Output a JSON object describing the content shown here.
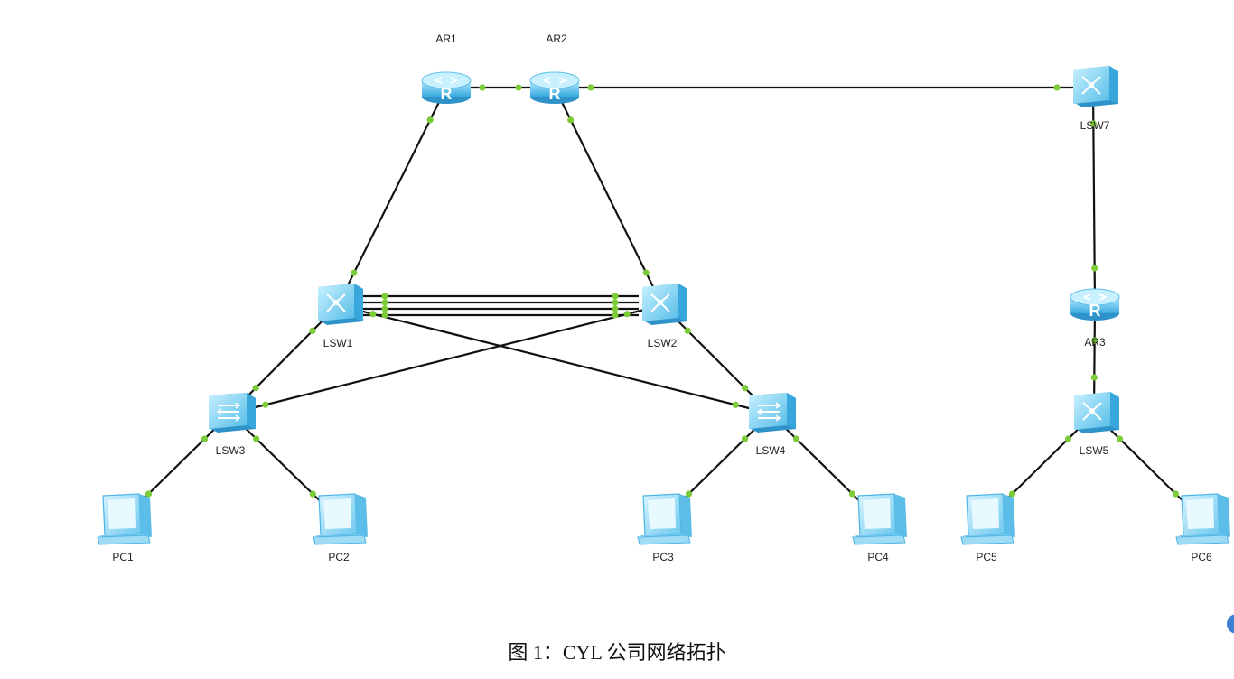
{
  "caption": "图 1：CYL 公司网络拓扑",
  "colors": {
    "link": "#111111",
    "port": "#7ccc3a",
    "device": "#7fd1f5",
    "device_dark": "#3aa7dc",
    "badge": "#3f7fd6"
  },
  "devices": [
    {
      "id": "AR1",
      "label": "AR1",
      "kind": "router-icon"
    },
    {
      "id": "AR2",
      "label": "AR2",
      "kind": "router-icon"
    },
    {
      "id": "AR3",
      "label": "AR3",
      "kind": "router-icon"
    },
    {
      "id": "LSW7",
      "label": "LSW7",
      "kind": "l3-switch-icon"
    },
    {
      "id": "LSW1",
      "label": "LSW1",
      "kind": "l3-switch-icon"
    },
    {
      "id": "LSW2",
      "label": "LSW2",
      "kind": "l3-switch-icon"
    },
    {
      "id": "LSW5",
      "label": "LSW5",
      "kind": "l3-switch-icon"
    },
    {
      "id": "LSW3",
      "label": "LSW3",
      "kind": "l2-switch-icon"
    },
    {
      "id": "LSW4",
      "label": "LSW4",
      "kind": "l2-switch-icon"
    },
    {
      "id": "PC1",
      "label": "PC1",
      "kind": "pc-icon"
    },
    {
      "id": "PC2",
      "label": "PC2",
      "kind": "pc-icon"
    },
    {
      "id": "PC3",
      "label": "PC3",
      "kind": "pc-icon"
    },
    {
      "id": "PC4",
      "label": "PC4",
      "kind": "pc-icon"
    },
    {
      "id": "PC5",
      "label": "PC5",
      "kind": "pc-icon"
    },
    {
      "id": "PC6",
      "label": "PC6",
      "kind": "pc-icon"
    }
  ],
  "links": [
    [
      "AR1",
      "AR2"
    ],
    [
      "AR2",
      "LSW7"
    ],
    [
      "AR1",
      "LSW1"
    ],
    [
      "AR2",
      "LSW2"
    ],
    [
      "LSW1",
      "LSW2"
    ],
    [
      "LSW1",
      "LSW2"
    ],
    [
      "LSW1",
      "LSW2"
    ],
    [
      "LSW1",
      "LSW2"
    ],
    [
      "LSW1",
      "LSW3"
    ],
    [
      "LSW1",
      "LSW4"
    ],
    [
      "LSW2",
      "LSW3"
    ],
    [
      "LSW2",
      "LSW4"
    ],
    [
      "LSW3",
      "PC1"
    ],
    [
      "LSW3",
      "PC2"
    ],
    [
      "LSW4",
      "PC3"
    ],
    [
      "LSW4",
      "PC4"
    ],
    [
      "LSW7",
      "AR3"
    ],
    [
      "AR3",
      "LSW5"
    ],
    [
      "LSW5",
      "PC5"
    ],
    [
      "LSW5",
      "PC6"
    ]
  ]
}
